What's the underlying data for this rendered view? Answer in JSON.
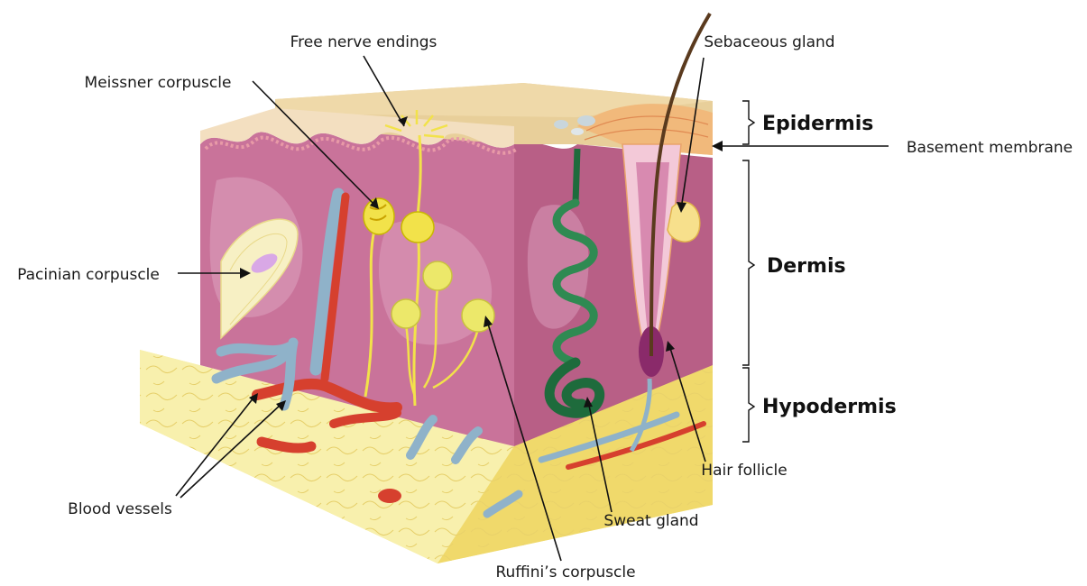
{
  "diagram": {
    "labels": {
      "free_nerve_endings": "Free nerve endings",
      "meissner_corpuscle": "Meissner corpuscle",
      "sebaceous_gland": "Sebaceous gland",
      "pacinian_corpuscle": "Pacinian corpuscle",
      "basement_membrane": "Basement membrane",
      "blood_vessels": "Blood vessels",
      "sweat_gland": "Sweat gland",
      "hair_follicle": "Hair follicle",
      "ruffinis_corpuscle": "Ruffini’s corpuscle"
    },
    "layers": {
      "epidermis": "Epidermis",
      "dermis": "Dermis",
      "hypodermis": "Hypodermis"
    }
  },
  "colors": {
    "epidermis_top": "#e8cf9a",
    "dermis": "#c9739a",
    "dermis_light": "#dc9fbd",
    "hypodermis": "#f6ec9c",
    "hypodermis_side": "#f0d96b",
    "vein": "#8fb2c9",
    "artery": "#d6402e",
    "nerve": "#f2e24a",
    "sweat_gland": "#1e6b3c",
    "hair": "#5a3a1e"
  }
}
